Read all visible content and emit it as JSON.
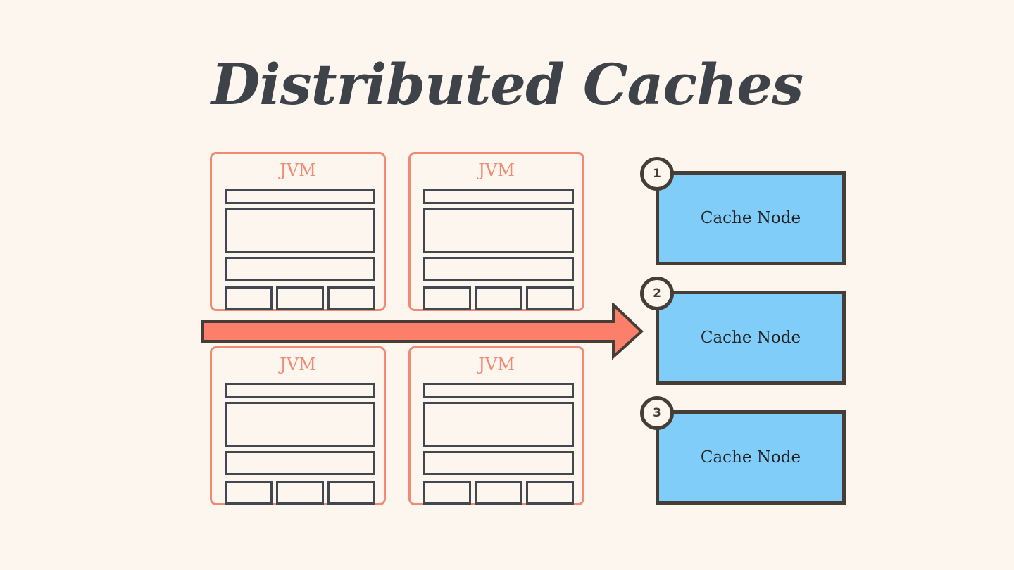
{
  "title": "Distributed Caches",
  "jvms": [
    {
      "label": "JVM"
    },
    {
      "label": "JVM"
    },
    {
      "label": "JVM"
    },
    {
      "label": "JVM"
    }
  ],
  "cache_nodes": [
    {
      "number": "1",
      "label": "Cache Node"
    },
    {
      "number": "2",
      "label": "Cache Node"
    },
    {
      "number": "3",
      "label": "Cache Node"
    }
  ],
  "colors": {
    "background": "#fdf6ee",
    "title": "#3d4349",
    "jvm_accent": "#f08a72",
    "arrow_fill": "#fb7f6a",
    "node_fill": "#80cdfa",
    "node_border": "#463e36"
  }
}
